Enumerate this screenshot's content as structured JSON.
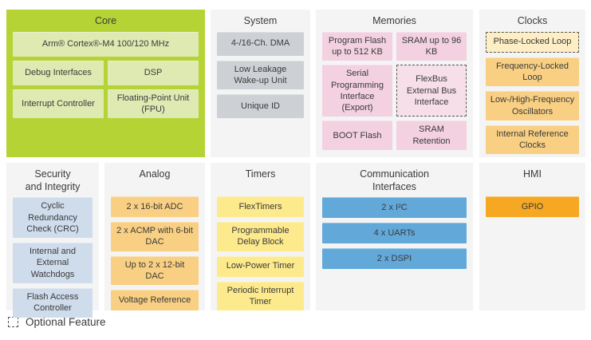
{
  "colors": {
    "core_panel": "#b5d334",
    "core_block": "#dfe9b2",
    "panel_bg": "#f4f4f5",
    "system_block": "#cdd1d5",
    "memories_block": "#f3d1e0",
    "memories_optional_block": "#f7dfe9",
    "clocks_block": "#f9d083",
    "clocks_optional_block": "#fdeec5",
    "security_block": "#cfdcec",
    "analog_block": "#f9d083",
    "timers_block": "#fdea8d",
    "comm_block": "#62a9da",
    "hmi_block": "#f6a822",
    "text": "#3a3a3a",
    "optional_border": "#555555"
  },
  "panels": [
    {
      "id": "core",
      "title": "Core",
      "columns": 2,
      "blocks": [
        {
          "label": "Arm® Cortex®-M4 100/120 MHz",
          "span": 2
        },
        {
          "label": "Debug Interfaces"
        },
        {
          "label": "DSP"
        },
        {
          "label": "Interrupt Controller"
        },
        {
          "label": "Floating-Point Unit (FPU)"
        }
      ]
    },
    {
      "id": "system",
      "title": "System",
      "columns": 1,
      "blocks": [
        {
          "label": "4-/16-Ch. DMA"
        },
        {
          "label": "Low Leakage Wake-up Unit"
        },
        {
          "label": "Unique ID"
        }
      ]
    },
    {
      "id": "memories",
      "title": "Memories",
      "columns": 2,
      "blocks": [
        {
          "label": "Program Flash up to 512 KB"
        },
        {
          "label": "SRAM up to 96 KB"
        },
        {
          "label": "Serial Programming Interface (Export)"
        },
        {
          "label": "FlexBus External Bus Interface",
          "optional": true
        },
        {
          "label": "BOOT Flash"
        },
        {
          "label": "SRAM Retention"
        }
      ]
    },
    {
      "id": "clocks",
      "title": "Clocks",
      "columns": 1,
      "blocks": [
        {
          "label": "Phase-Locked Loop",
          "optional": true
        },
        {
          "label": "Frequency-Locked Loop"
        },
        {
          "label": "Low-/High-Frequency Oscillators"
        },
        {
          "label": "Internal Reference Clocks"
        }
      ]
    },
    {
      "id": "security",
      "title": "Security\nand Integrity",
      "columns": 1,
      "blocks": [
        {
          "label": "Cyclic Redundancy Check (CRC)"
        },
        {
          "label": "Internal and External Watchdogs"
        },
        {
          "label": "Flash Access Controller"
        }
      ]
    },
    {
      "id": "analog",
      "title": "Analog",
      "columns": 1,
      "blocks": [
        {
          "label": "2 x 16-bit ADC"
        },
        {
          "label": "2 x ACMP with 6-bit DAC"
        },
        {
          "label": "Up to 2 x 12-bit DAC"
        },
        {
          "label": "Voltage Reference"
        }
      ]
    },
    {
      "id": "timers",
      "title": "Timers",
      "columns": 1,
      "blocks": [
        {
          "label": "FlexTimers"
        },
        {
          "label": "Programmable Delay Block"
        },
        {
          "label": "Low-Power Timer"
        },
        {
          "label": "Periodic Interrupt Timer"
        }
      ]
    },
    {
      "id": "communication",
      "title": "Communication\nInterfaces",
      "columns": 1,
      "blocks": [
        {
          "label": "2 x I²C"
        },
        {
          "label": "4 x UARTs"
        },
        {
          "label": "2 x DSPI"
        }
      ]
    },
    {
      "id": "hmi",
      "title": "HMI",
      "columns": 1,
      "blocks": [
        {
          "label": "GPIO"
        }
      ]
    }
  ],
  "legend": {
    "label": "Optional Feature"
  }
}
